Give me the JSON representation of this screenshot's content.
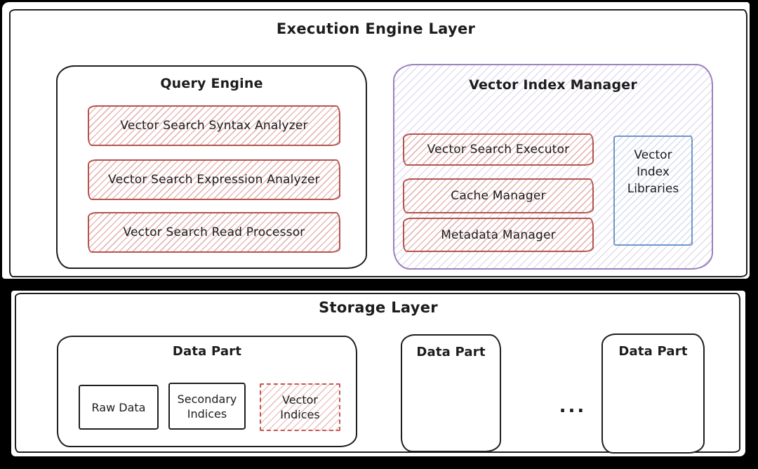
{
  "diagram": {
    "execution_layer": {
      "title": "Execution Engine Layer",
      "query_engine": {
        "title": "Query Engine",
        "items": [
          {
            "label": "Vector Search Syntax Analyzer"
          },
          {
            "label": "Vector Search Expression Analyzer"
          },
          {
            "label": "Vector Search Read Processor"
          }
        ]
      },
      "vector_index_manager": {
        "title": "Vector Index Manager",
        "items": [
          {
            "label": "Vector Search Executor"
          },
          {
            "label": "Cache Manager"
          },
          {
            "label": "Metadata Manager"
          }
        ],
        "libraries_label": "Vector Index Libraries"
      }
    },
    "storage_layer": {
      "title": "Storage Layer",
      "data_part_1": {
        "title": "Data Part",
        "raw_data_label": "Raw Data",
        "secondary_indices_label": "Secondary Indices",
        "vector_indices_label": "Vector Indices"
      },
      "data_part_2": {
        "title": "Data Part"
      },
      "data_part_3": {
        "title": "Data Part"
      },
      "ellipsis": "..."
    },
    "colors": {
      "canvas": "#000000",
      "panel": "#ffffff",
      "ink": "#1c1c1c",
      "red_stroke": "#b5534d",
      "red_fill_hatch": "#e9b4af",
      "purple_stroke": "#9c7fc0",
      "purple_fill_hatch": "#d8c9e9",
      "blue_stroke": "#6e96c8",
      "blue_fill_hatch": "#c4d4ec"
    }
  }
}
